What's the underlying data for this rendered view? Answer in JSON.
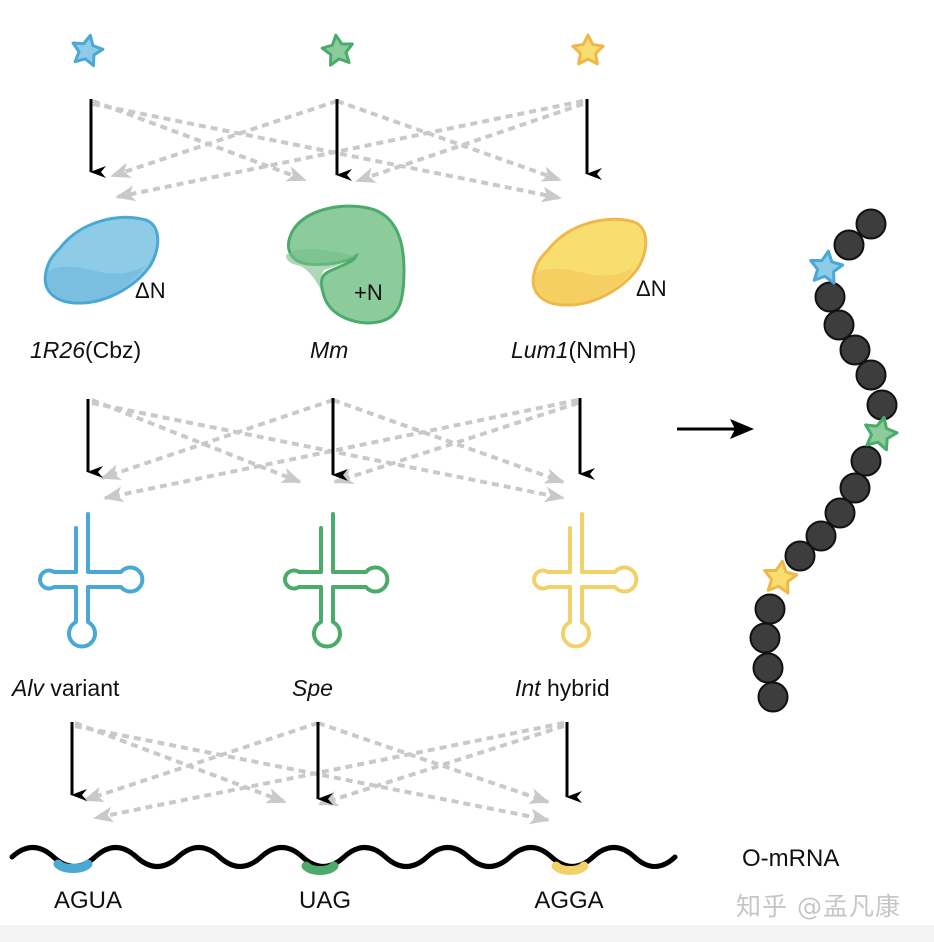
{
  "colors": {
    "blue": "#4aa8d4",
    "blue_fill": "#8dcbe6",
    "green": "#4bab6b",
    "green_fill": "#8ccc9c",
    "yellow": "#f0b84a",
    "yellow_fill": "#f7de6e",
    "trna_yellow": "#f2d06a",
    "bead": "#3d3d3d",
    "dashed": "#c9c9c9"
  },
  "columns": [
    {
      "id": "blue",
      "star": "blue-star-icon",
      "enzyme": {
        "name_italic": "1R26",
        "name_plain": "(Cbz)",
        "modifier": "ΔN"
      },
      "trna": {
        "name_italic": "Alv",
        "name_plain": " variant"
      },
      "codon": "AGUA"
    },
    {
      "id": "green",
      "star": "green-star-icon",
      "enzyme": {
        "name_italic": "Mm",
        "name_plain": "",
        "modifier": "+N"
      },
      "trna": {
        "name_italic": "Spe",
        "name_plain": ""
      },
      "codon": "UAG"
    },
    {
      "id": "yellow",
      "star": "yellow-star-icon",
      "enzyme": {
        "name_italic": "Lum1",
        "name_plain": "(NmH)",
        "modifier": "ΔN"
      },
      "trna": {
        "name_italic": "Int",
        "name_plain": " hybrid"
      },
      "codon": "AGGA"
    }
  ],
  "mrna_label": "O-mRNA",
  "watermark": "知乎 @孟凡康",
  "polypeptide": {
    "sequence": [
      "bead",
      "bead",
      "blue",
      "bead",
      "bead",
      "bead",
      "bead",
      "bead",
      "green",
      "bead",
      "bead",
      "bead",
      "bead",
      "bead",
      "yellow",
      "bead",
      "bead",
      "bead",
      "bead"
    ]
  }
}
